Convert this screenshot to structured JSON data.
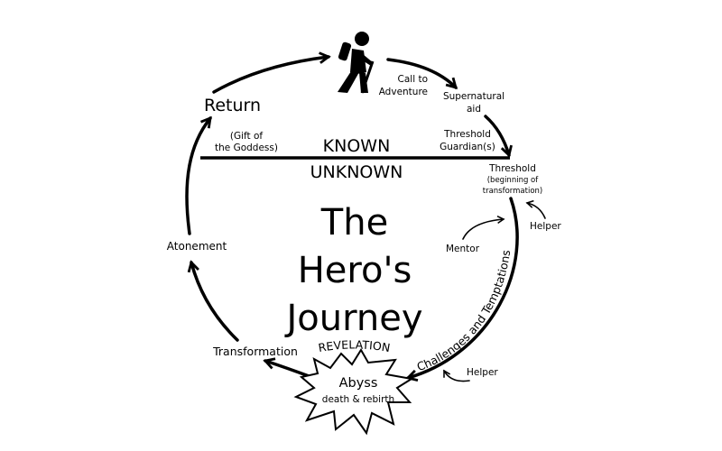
{
  "title_lines": [
    "The",
    "Hero's",
    "Journey"
  ],
  "divider": {
    "known": "KNOWN",
    "unknown": "UNKNOWN"
  },
  "stages": {
    "return": "Return",
    "gift": [
      "(Gift of",
      "the Goddess)"
    ],
    "call": [
      "Call to",
      "Adventure"
    ],
    "supernatural": [
      "Supernatural",
      "aid"
    ],
    "guardians": [
      "Threshold",
      "Guardian(s)"
    ],
    "threshold": "Threshold",
    "threshold_note": [
      "(beginning of",
      "transformation)"
    ],
    "helper_top": "Helper",
    "mentor": "Mentor",
    "challenges": "Challenges and Temptations",
    "helper_bottom": "Helper",
    "revelation": "REVELATION",
    "abyss": "Abyss",
    "abyss_note": "death & rebirth",
    "transformation": "Transformation",
    "atonement": "Atonement"
  },
  "icons": {
    "hero": "hiker-icon"
  },
  "colors": {
    "ink": "#000000",
    "background": "#ffffff"
  }
}
